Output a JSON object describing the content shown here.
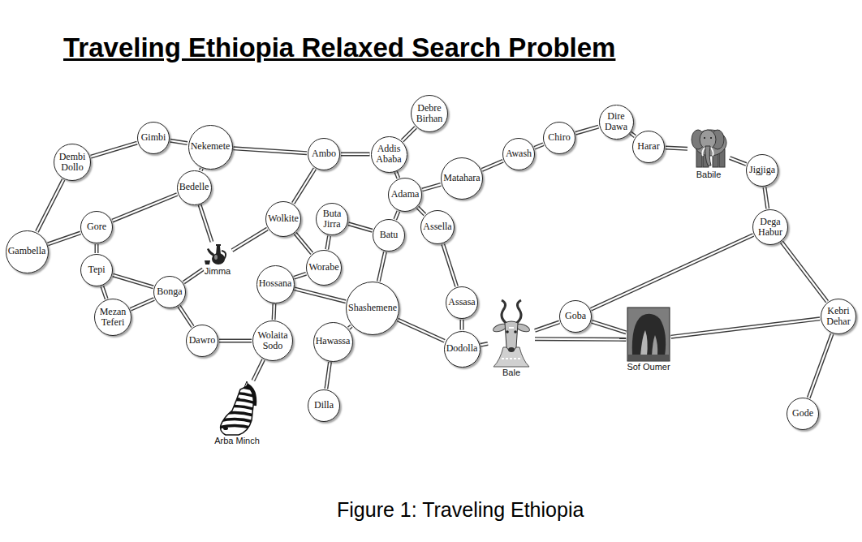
{
  "diagram": {
    "title": "Traveling Ethiopia Relaxed Search Problem",
    "caption": "Figure 1: Traveling Ethiopia",
    "nodes": [
      {
        "text": [
          "Gambella"
        ]
      },
      {
        "text": [
          "Dembi Dollo"
        ]
      },
      {
        "text": [
          "Gimbi"
        ]
      },
      {
        "text": [
          "Nekemete"
        ]
      },
      {
        "text": [
          "Bedelle"
        ]
      },
      {
        "text": [
          "Gore"
        ]
      },
      {
        "text": [
          "Tepi"
        ]
      },
      {
        "text": [
          "Mezan Teferi"
        ]
      },
      {
        "text": [
          "Bonga"
        ]
      },
      {
        "text": [
          "Jimma"
        ]
      },
      {
        "text": [
          "Dawro"
        ]
      },
      {
        "text": [
          "Wolkite"
        ]
      },
      {
        "text": [
          "Hossana"
        ]
      },
      {
        "text": [
          "Wolaita Sodo"
        ]
      },
      {
        "text": [
          "Arba Minch"
        ]
      },
      {
        "text": [
          "Ambo"
        ]
      },
      {
        "text": [
          "Addis Ababa"
        ]
      },
      {
        "text": [
          "Debre Birhan"
        ]
      },
      {
        "text": [
          "Adama"
        ]
      },
      {
        "text": [
          "Buta Jirra"
        ]
      },
      {
        "text": [
          "Worabe"
        ]
      },
      {
        "text": [
          "Batu"
        ]
      },
      {
        "text": [
          "Shashemene"
        ]
      },
      {
        "text": [
          "Hawassa"
        ]
      },
      {
        "text": [
          "Dilla"
        ]
      },
      {
        "text": [
          "Assella"
        ]
      },
      {
        "text": [
          "Assasa"
        ]
      },
      {
        "text": [
          "Dodolla"
        ]
      },
      {
        "text": [
          "Matahara"
        ]
      },
      {
        "text": [
          "Awash"
        ]
      },
      {
        "text": [
          "Chiro"
        ]
      },
      {
        "text": [
          "Dire Dawa"
        ]
      },
      {
        "text": [
          "Harar"
        ]
      },
      {
        "text": [
          "Babile"
        ]
      },
      {
        "text": [
          "Jigjiga"
        ]
      },
      {
        "text": [
          "Dega Habur"
        ]
      },
      {
        "text": [
          "Goba"
        ]
      },
      {
        "text": [
          "Bale"
        ]
      },
      {
        "text": [
          "Sof Oumer"
        ]
      },
      {
        "text": [
          "Kebri Dehar"
        ]
      },
      {
        "text": [
          "Gode"
        ]
      }
    ],
    "edges": [
      {
        "from": 0,
        "to": 1,
        "arrow": "none"
      },
      {
        "from": 0,
        "to": 5,
        "arrow": "none"
      },
      {
        "from": 1,
        "to": 2,
        "arrow": "none"
      },
      {
        "from": 2,
        "to": 3,
        "arrow": "none"
      },
      {
        "from": 3,
        "to": 4,
        "arrow": "none"
      },
      {
        "from": 3,
        "to": 15,
        "arrow": "none"
      },
      {
        "from": 4,
        "to": 5,
        "arrow": "none"
      },
      {
        "from": 4,
        "to": 9,
        "arrow": "none"
      },
      {
        "from": 5,
        "to": 6,
        "arrow": "none"
      },
      {
        "from": 6,
        "to": 7,
        "arrow": "none"
      },
      {
        "from": 6,
        "to": 8,
        "arrow": "none"
      },
      {
        "from": 7,
        "to": 8,
        "arrow": "none"
      },
      {
        "from": 8,
        "to": 9,
        "arrow": "none"
      },
      {
        "from": 8,
        "to": 10,
        "arrow": "none"
      },
      {
        "from": 9,
        "to": 11,
        "arrow": "none"
      },
      {
        "from": 10,
        "to": 13,
        "arrow": "none"
      },
      {
        "from": 13,
        "to": 14,
        "arrow": "none"
      },
      {
        "from": 13,
        "to": 12,
        "arrow": "none"
      },
      {
        "from": 12,
        "to": 22,
        "arrow": "none"
      },
      {
        "from": 12,
        "to": 20,
        "arrow": "none"
      },
      {
        "from": 11,
        "to": 20,
        "arrow": "none"
      },
      {
        "from": 11,
        "to": 15,
        "arrow": "none"
      },
      {
        "from": 15,
        "to": 16,
        "arrow": "none"
      },
      {
        "from": 16,
        "to": 17,
        "arrow": "none"
      },
      {
        "from": 16,
        "to": 18,
        "arrow": "none"
      },
      {
        "from": 18,
        "to": 28,
        "arrow": "none"
      },
      {
        "from": 18,
        "to": 21,
        "arrow": "none"
      },
      {
        "from": 18,
        "to": 25,
        "arrow": "none"
      },
      {
        "from": 19,
        "to": 20,
        "arrow": "none"
      },
      {
        "from": 19,
        "to": 21,
        "arrow": "none"
      },
      {
        "from": 21,
        "to": 22,
        "arrow": "none"
      },
      {
        "from": 22,
        "to": 23,
        "arrow": "none"
      },
      {
        "from": 23,
        "to": 24,
        "arrow": "none"
      },
      {
        "from": 22,
        "to": 27,
        "arrow": "none"
      },
      {
        "from": 25,
        "to": 26,
        "arrow": "none"
      },
      {
        "from": 26,
        "to": 27,
        "arrow": "none"
      },
      {
        "from": 27,
        "to": 37,
        "arrow": "none"
      },
      {
        "from": 37,
        "to": 36,
        "arrow": "none"
      },
      {
        "from": 37,
        "to": 38,
        "arrow": "none"
      },
      {
        "from": 36,
        "to": 38,
        "arrow": "none"
      },
      {
        "from": 36,
        "to": 35,
        "arrow": "none"
      },
      {
        "from": 35,
        "to": 34,
        "arrow": "none"
      },
      {
        "from": 35,
        "to": 39,
        "arrow": "none"
      },
      {
        "from": 39,
        "to": 38,
        "arrow": "none"
      },
      {
        "from": 39,
        "to": 40,
        "arrow": "none"
      },
      {
        "from": 34,
        "to": 33,
        "arrow": "none"
      },
      {
        "from": 33,
        "to": 32,
        "arrow": "none"
      },
      {
        "from": 32,
        "to": 31,
        "arrow": "none"
      },
      {
        "from": 31,
        "to": 30,
        "arrow": "none"
      },
      {
        "from": 30,
        "to": 29,
        "arrow": "none"
      },
      {
        "from": 29,
        "to": 28,
        "arrow": "none"
      }
    ]
  }
}
